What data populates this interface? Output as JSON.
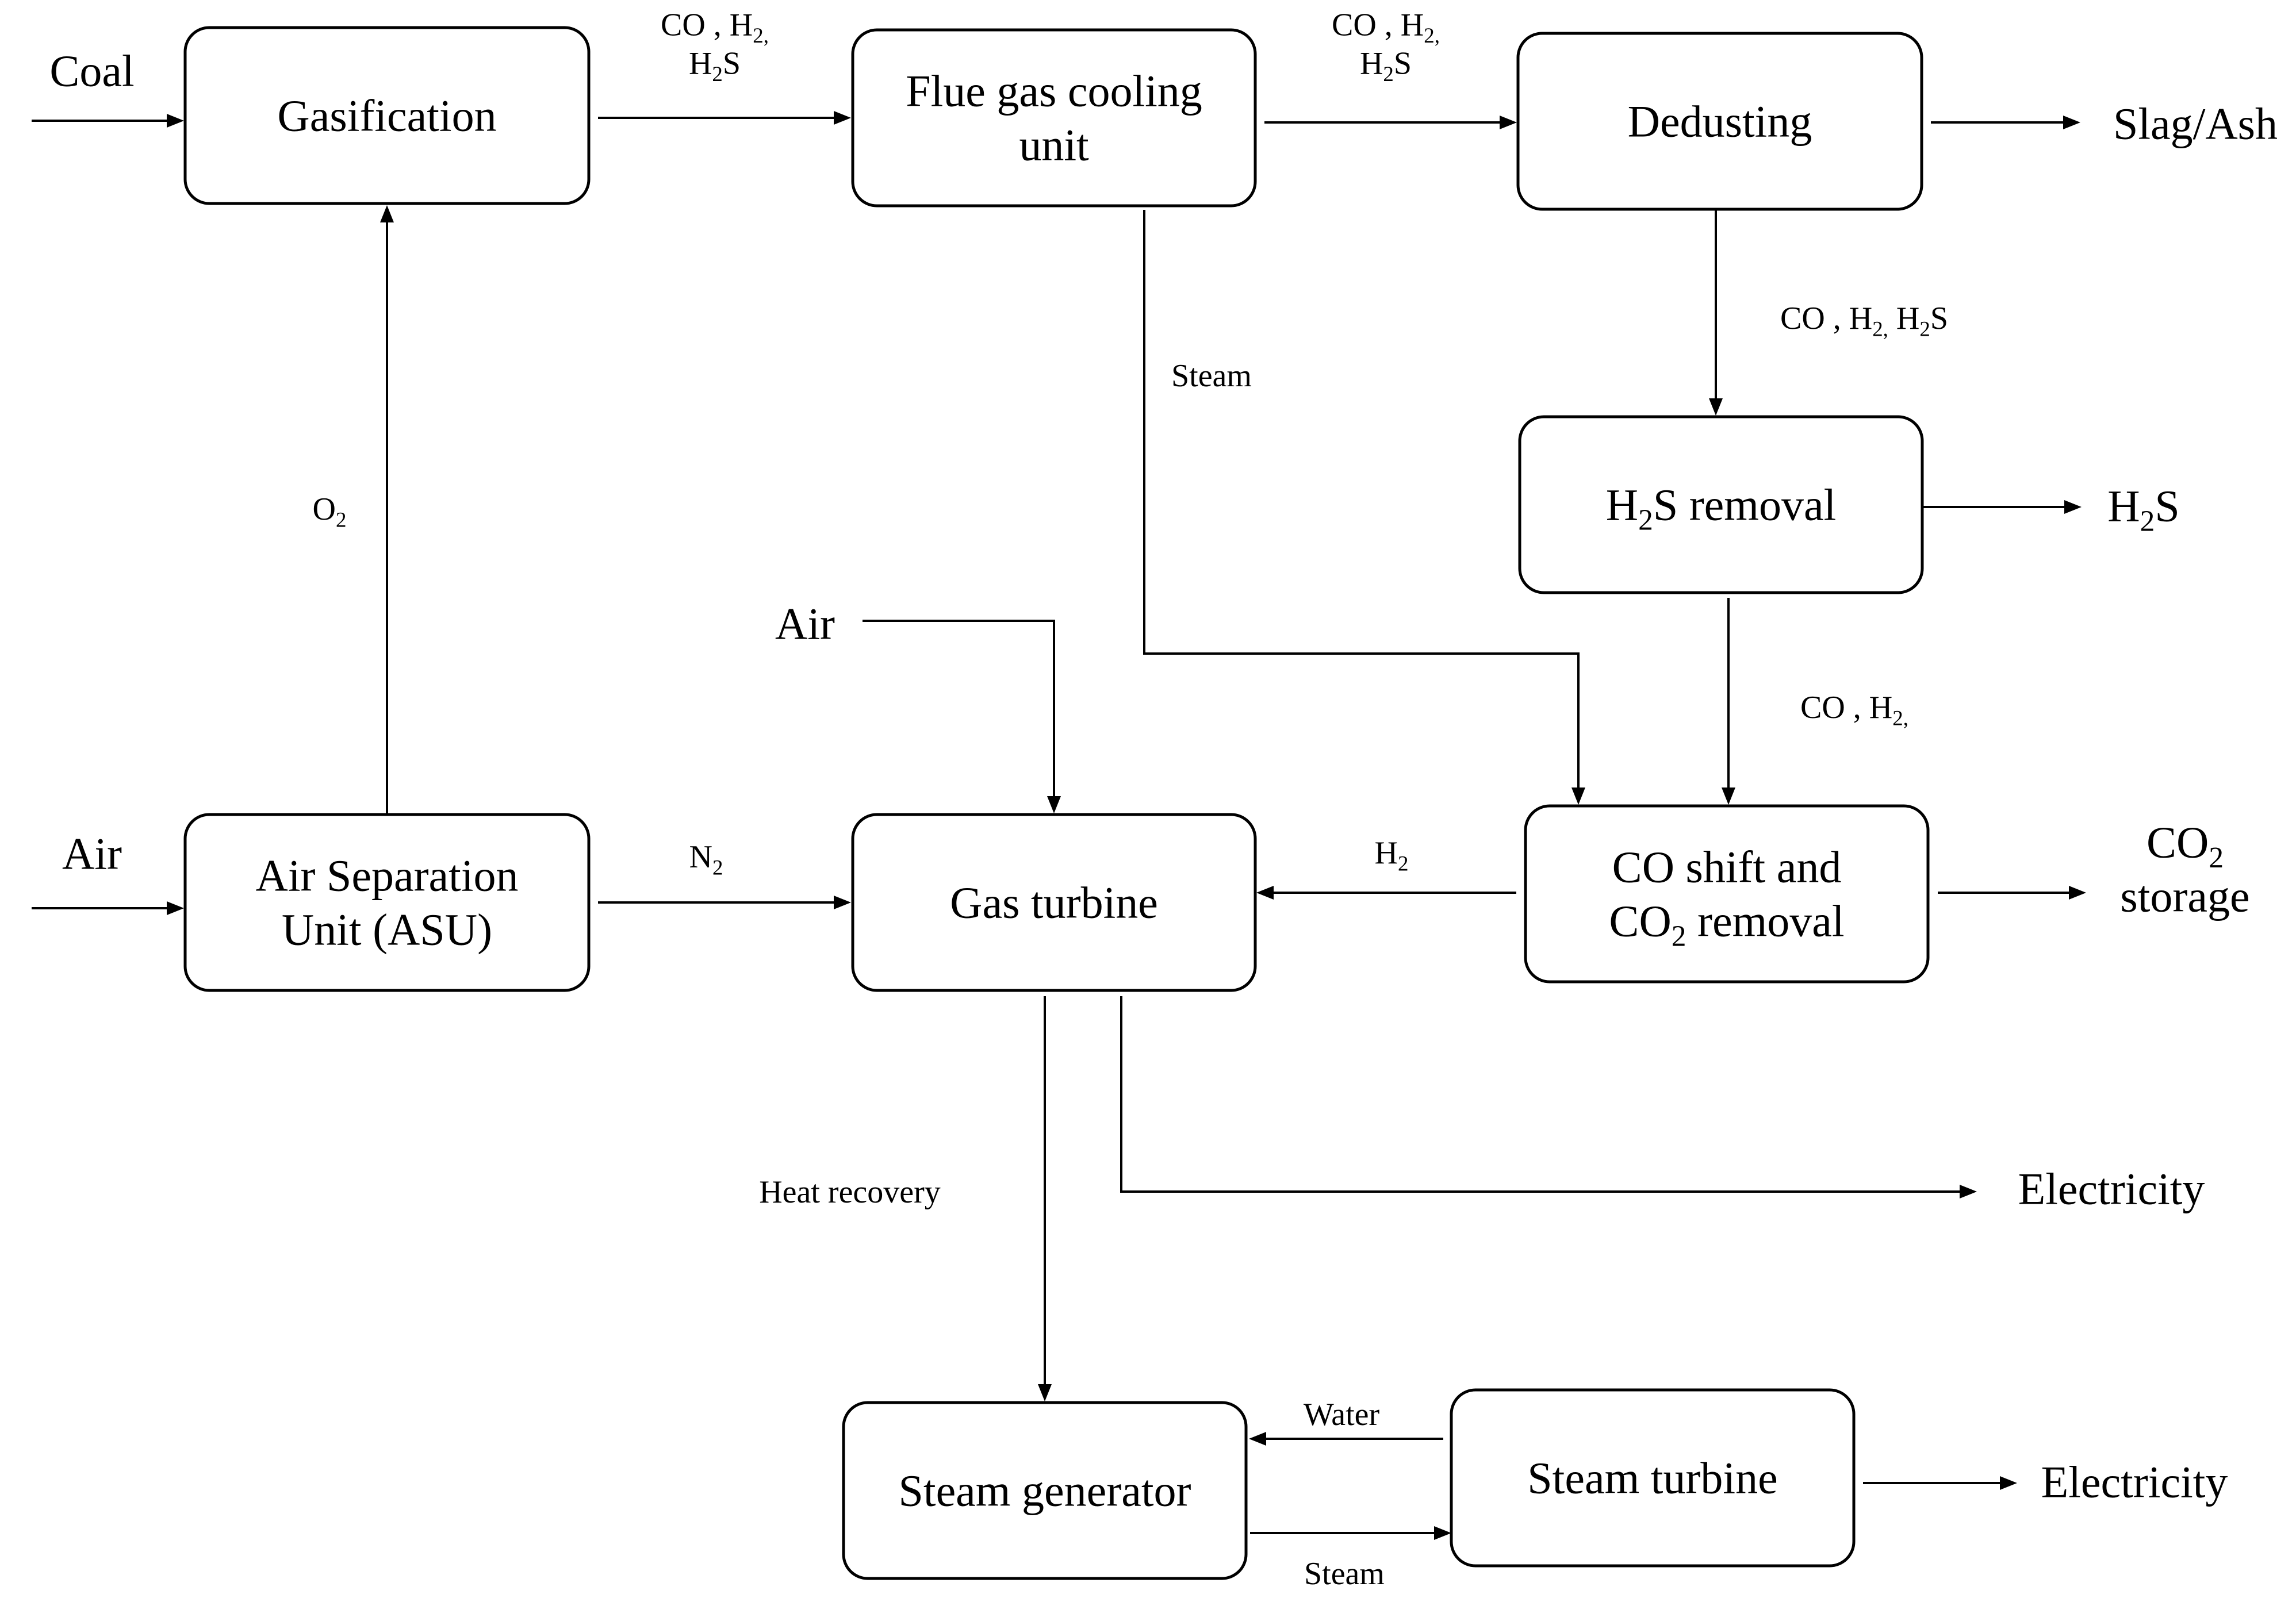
{
  "units": {
    "gasification": {
      "lines": [
        {
          "t": "Gasification"
        }
      ]
    },
    "flue_gas_cooling": {
      "lines": [
        {
          "t": "Flue gas cooling"
        },
        {
          "t": "unit"
        }
      ]
    },
    "dedusting": {
      "lines": [
        {
          "t": "Dedusting"
        }
      ]
    },
    "h2s_removal": {
      "lines": [
        {
          "t": "H",
          "s": "2",
          "r": "S removal"
        }
      ]
    },
    "asu": {
      "lines": [
        {
          "t": "Air Separation"
        },
        {
          "t": "Unit (ASU)"
        }
      ]
    },
    "gas_turbine": {
      "lines": [
        {
          "t": "Gas turbine"
        }
      ]
    },
    "co_shift": {
      "lines": [
        {
          "t": "CO shift and"
        },
        {
          "t": "CO",
          "s": "2",
          "r": " removal"
        }
      ]
    },
    "steam_generator": {
      "lines": [
        {
          "t": "Steam generator"
        }
      ]
    },
    "steam_turbine": {
      "lines": [
        {
          "t": "Steam turbine"
        }
      ]
    }
  },
  "terminals": {
    "coal_in": {
      "lines": [
        {
          "t": "Coal"
        }
      ]
    },
    "air_in_asu": {
      "lines": [
        {
          "t": "Air"
        }
      ]
    },
    "air_in_turbine": {
      "lines": [
        {
          "t": "Air"
        }
      ]
    },
    "slag_ash_out": {
      "lines": [
        {
          "t": "Slag/Ash"
        }
      ]
    },
    "h2s_out": {
      "lines": [
        {
          "t": "H",
          "s": "2",
          "r": "S"
        }
      ]
    },
    "co2_storage_out": {
      "lines": [
        {
          "t": "CO",
          "s": "2"
        },
        {
          "t": "storage"
        }
      ]
    },
    "electricity_gas_turbine": {
      "lines": [
        {
          "t": "Electricity"
        }
      ]
    },
    "electricity_steam_turbine": {
      "lines": [
        {
          "t": "Electricity"
        }
      ]
    }
  },
  "flows": {
    "gasifier_to_cooling": {
      "lines": [
        {
          "t": "CO , H",
          "s": "2,"
        },
        {
          "t": "H",
          "s": "2",
          "r": "S"
        }
      ]
    },
    "cooling_to_dedusting": {
      "lines": [
        {
          "t": "CO , H",
          "s": "2,"
        },
        {
          "t": "H",
          "s": "2",
          "r": "S"
        }
      ]
    },
    "dedusting_to_h2s": {
      "lines": [
        {
          "t": "CO , H",
          "s": "2,",
          "r": " H",
          "s2": "2",
          "r2": "S"
        }
      ]
    },
    "h2s_to_shift": {
      "lines": [
        {
          "t": "CO , H",
          "s": "2,"
        }
      ]
    },
    "steam_to_shift": {
      "lines": [
        {
          "t": "Steam"
        }
      ]
    },
    "asu_to_gasifier": {
      "lines": [
        {
          "t": "O",
          "s": "2"
        }
      ]
    },
    "asu_to_turbine": {
      "lines": [
        {
          "t": "N",
          "s": "2"
        }
      ]
    },
    "shift_to_turbine": {
      "lines": [
        {
          "t": "H",
          "s": "2"
        }
      ]
    },
    "heat_recovery": {
      "lines": [
        {
          "t": "Heat recovery"
        }
      ]
    },
    "water_return": {
      "lines": [
        {
          "t": "Water"
        }
      ]
    },
    "steam_to_turbine": {
      "lines": [
        {
          "t": "Steam"
        }
      ]
    }
  }
}
